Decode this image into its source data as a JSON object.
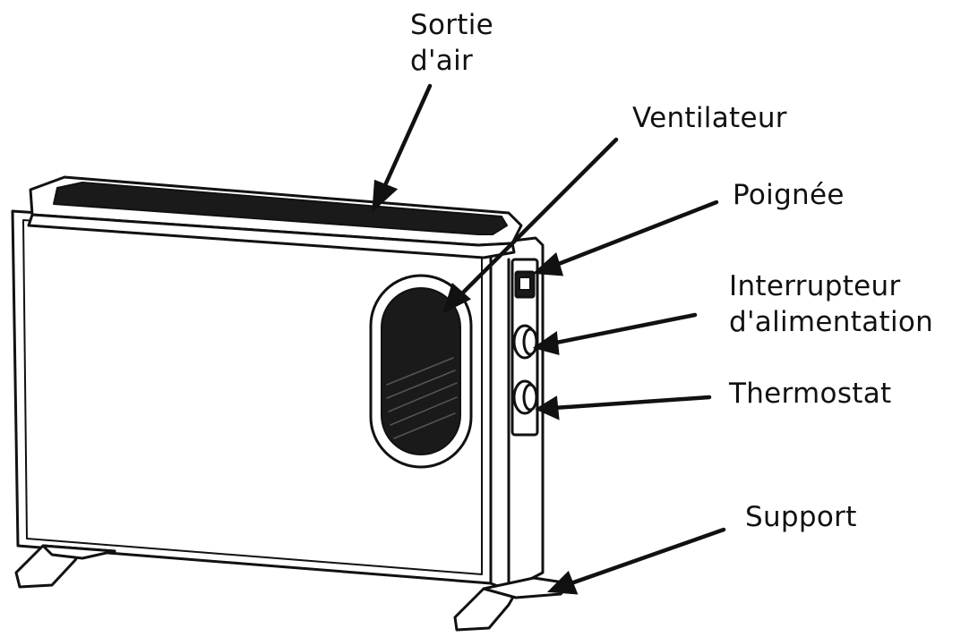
{
  "labels": {
    "sortie": {
      "line1": "Sortie",
      "line2": "d'air"
    },
    "ventilateur": "Ventilateur",
    "poignee": "Poignée",
    "interrupteur": {
      "line1": "Interrupteur",
      "line2": "d'alimentation"
    },
    "thermostat": "Thermostat",
    "support": "Support"
  },
  "colors": {
    "outline": "#111111",
    "fill": "#ffffff",
    "grille": "#1a1a1a"
  }
}
